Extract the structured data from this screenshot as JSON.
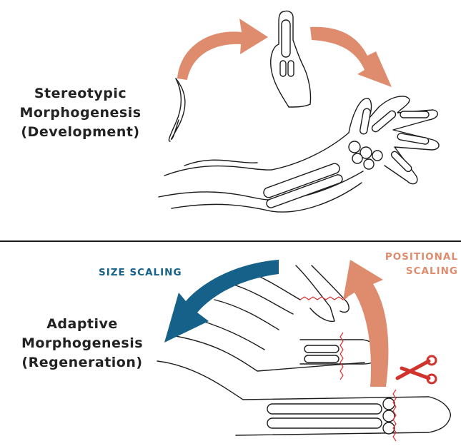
{
  "development": {
    "title_line1": "Stereotypic",
    "title_line2": "Morphogenesis",
    "title_line3": "(Development)"
  },
  "regeneration": {
    "title_line1": "Adaptive",
    "title_line2": "Morphogenesis",
    "title_line3": "(Regeneration)"
  },
  "arrows": {
    "size_scaling": "SIZE SCALING",
    "positional_line1": "POSITIONAL",
    "positional_line2": "SCALING"
  },
  "colors": {
    "salmon_arrow": "#df8c6e",
    "blue_arrow": "#15618a",
    "cut_line": "#e03030",
    "scissors": "#d0342c"
  },
  "icons": [
    "scissors-icon"
  ]
}
